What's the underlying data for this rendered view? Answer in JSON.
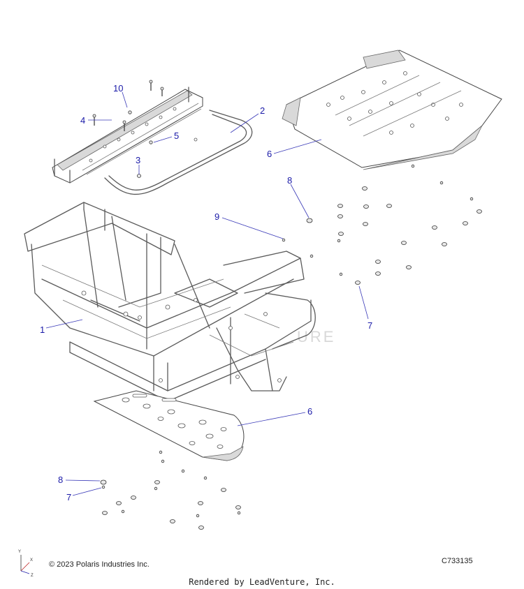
{
  "callouts": [
    {
      "id": "c10",
      "label": "10"
    },
    {
      "id": "c4",
      "label": "4"
    },
    {
      "id": "c2",
      "label": "2"
    },
    {
      "id": "c5",
      "label": "5"
    },
    {
      "id": "c3",
      "label": "3"
    },
    {
      "id": "c6a",
      "label": "6"
    },
    {
      "id": "c8a",
      "label": "8"
    },
    {
      "id": "c9",
      "label": "9"
    },
    {
      "id": "c1",
      "label": "1"
    },
    {
      "id": "c7a",
      "label": "7"
    },
    {
      "id": "c6b",
      "label": "6"
    },
    {
      "id": "c8b",
      "label": "8"
    },
    {
      "id": "c7b",
      "label": "7"
    }
  ],
  "watermark": "URE",
  "footer": {
    "copyright": "© 2023 Polaris Industries Inc.",
    "diagram_code": "C733135",
    "rendered_by": "Rendered by LeadVenture, Inc."
  },
  "axis_labels": {
    "x": "X",
    "y": "Y",
    "z": "Z"
  }
}
